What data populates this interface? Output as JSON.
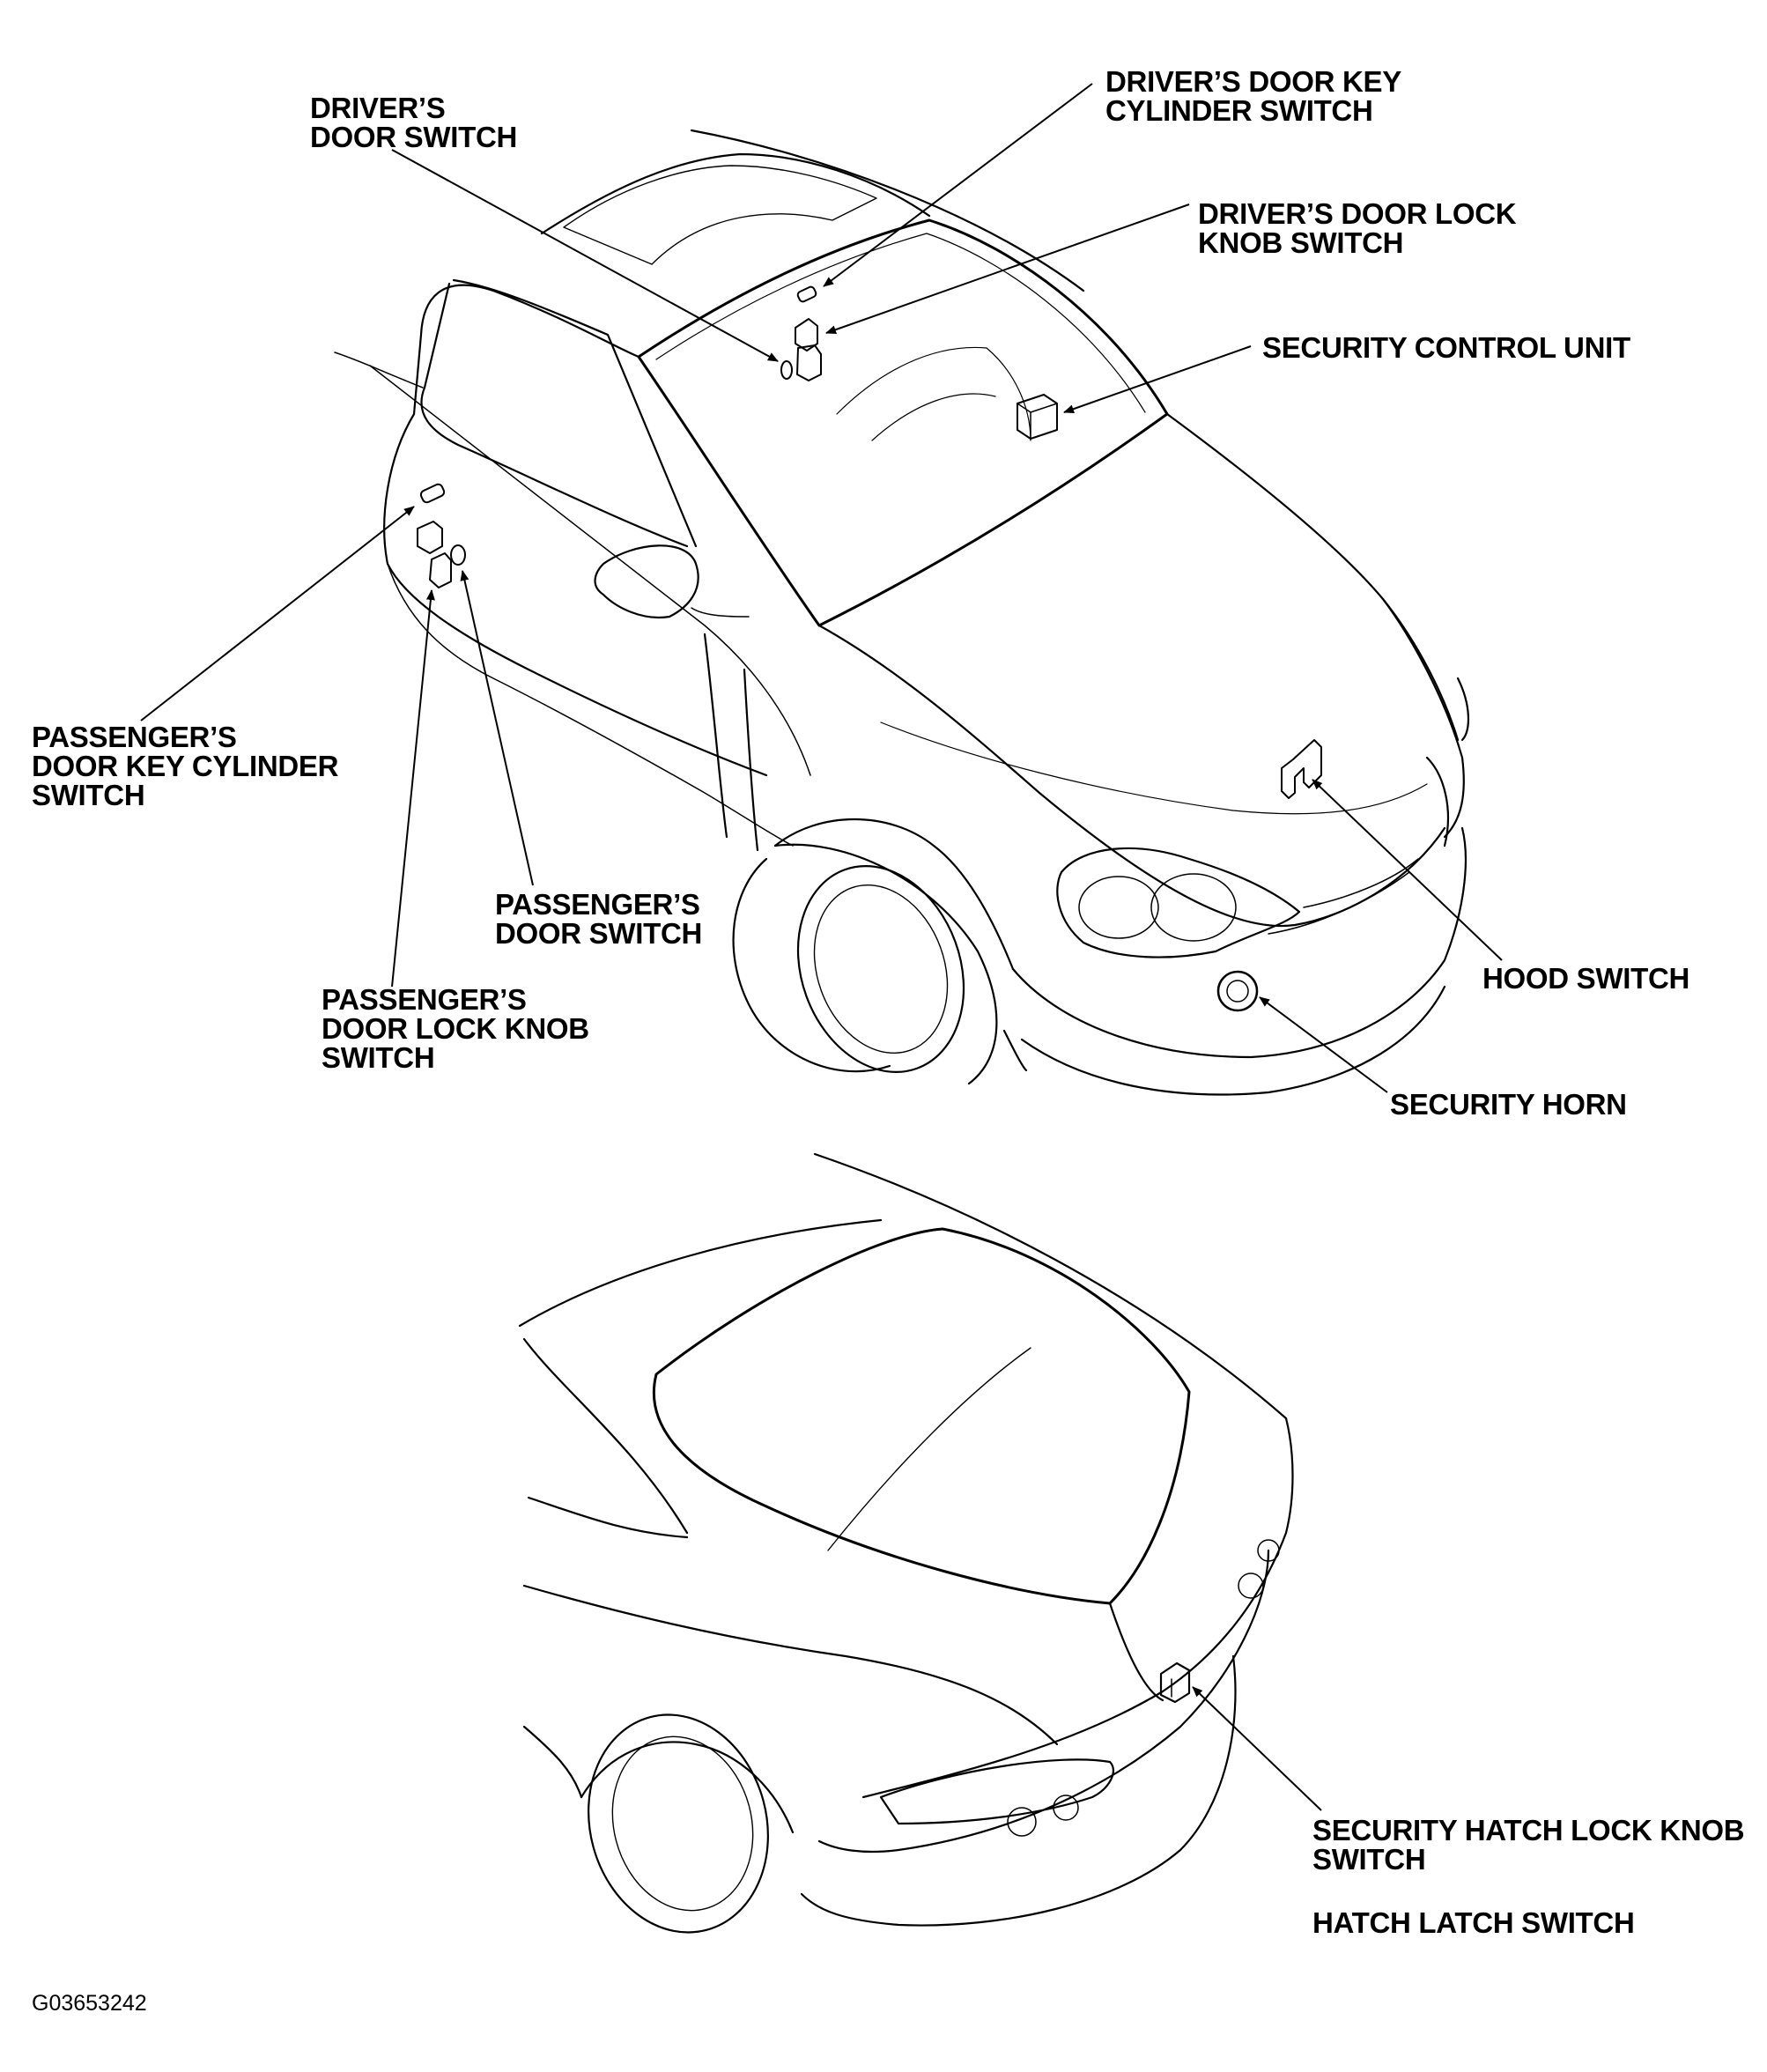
{
  "labels": {
    "drivers_door_switch": "DRIVER’S\nDOOR SWITCH",
    "drivers_door_key_cylinder_switch": "DRIVER’S DOOR KEY\nCYLINDER SWITCH",
    "drivers_door_lock_knob_switch": "DRIVER’S DOOR LOCK\nKNOB SWITCH",
    "security_control_unit": "SECURITY CONTROL UNIT",
    "passengers_door_key_cylinder_switch": "PASSENGER’S\nDOOR KEY CYLINDER\nSWITCH",
    "passengers_door_switch": "PASSENGER’S\nDOOR SWITCH",
    "passengers_door_lock_knob_switch": "PASSENGER’S\nDOOR LOCK KNOB\nSWITCH",
    "hood_switch": "HOOD SWITCH",
    "security_horn": "SECURITY HORN",
    "security_hatch_lock_knob_switch": "SECURITY HATCH LOCK KNOB\nSWITCH",
    "hatch_latch_switch": "HATCH LATCH SWITCH"
  },
  "figure_id": "G03653242",
  "colors": {
    "line": "#000000",
    "background": "#ffffff"
  }
}
